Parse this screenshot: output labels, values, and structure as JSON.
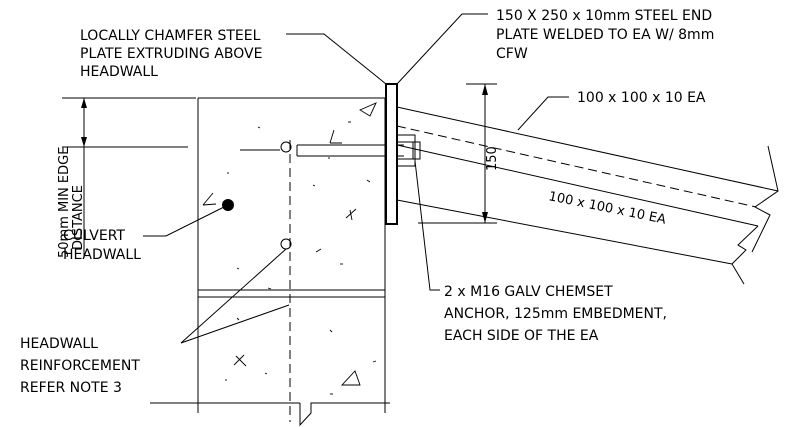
{
  "labels": {
    "chamfer": [
      "LOCALLY CHAMFER STEEL",
      "PLATE EXTRUDING ABOVE",
      "HEADWALL"
    ],
    "end_plate": [
      "150 X 250 x 10mm STEEL END",
      "PLATE WELDED TO EA W/ 8mm",
      "CFW"
    ],
    "ea_top": "100 x 100 x 10 EA",
    "ea_section": "100 x 100 x 10 EA",
    "dim_150": "150",
    "edge_distance": [
      "50mm MIN EDGE",
      "DISTANCE"
    ],
    "culvert": [
      "CULVERT",
      "HEADWALL"
    ],
    "anchor": [
      "2 x M16 GALV CHEMSET",
      "ANCHOR, 125mm EMBEDMENT,",
      "EACH SIDE OF THE EA"
    ],
    "reinforcement": [
      "HEADWALL",
      "REINFORCEMENT",
      "REFER NOTE 3"
    ]
  }
}
